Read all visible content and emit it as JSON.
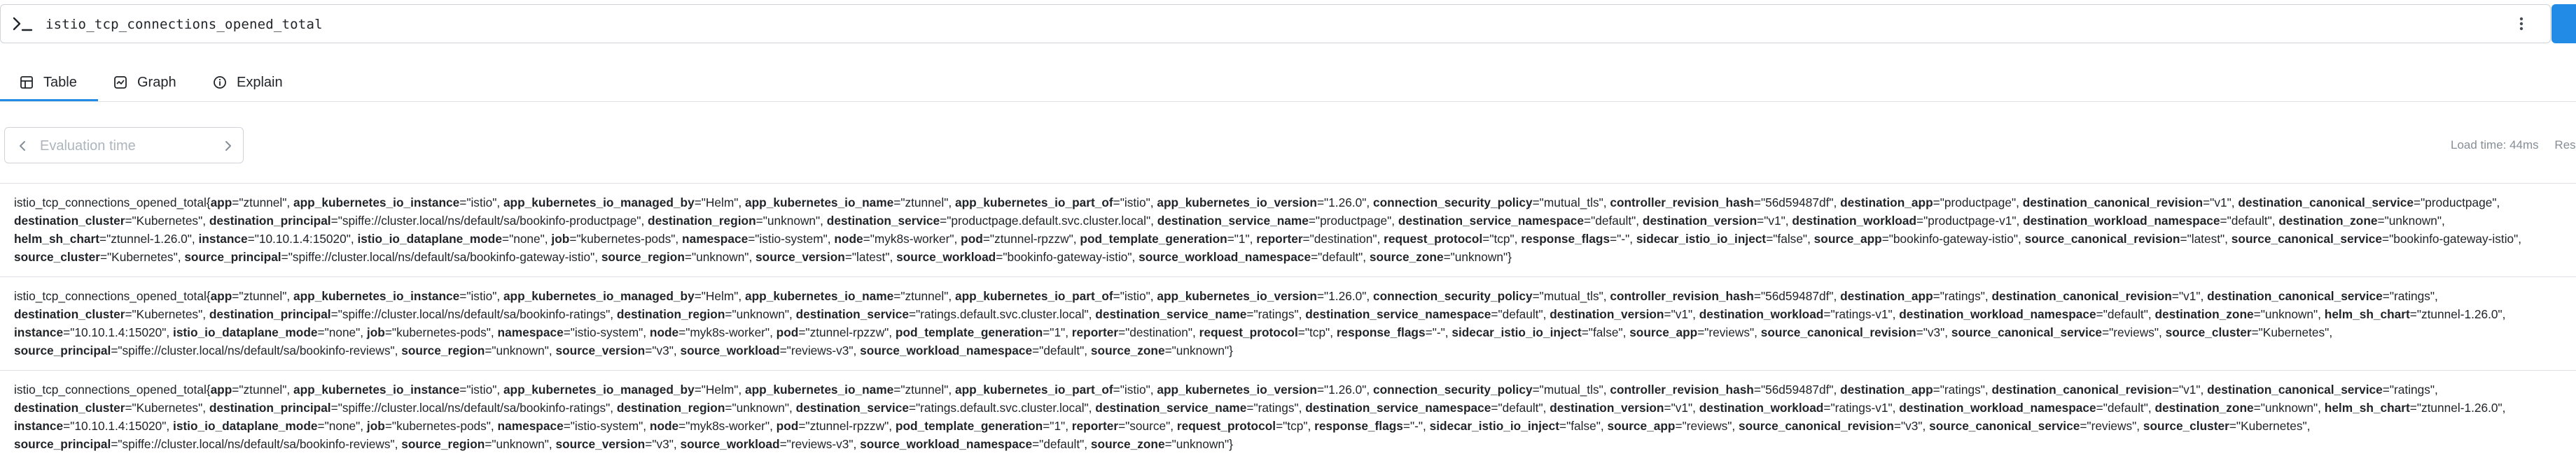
{
  "query": {
    "text": "istio_tcp_connections_opened_total"
  },
  "tabs": [
    {
      "label": "Table",
      "icon": "table-icon",
      "active": true
    },
    {
      "label": "Graph",
      "icon": "graph-icon",
      "active": false
    },
    {
      "label": "Explain",
      "icon": "explain-icon",
      "active": false
    }
  ],
  "eval": {
    "placeholder": "Evaluation time"
  },
  "status": {
    "load_time": "Load time: 44ms",
    "resolution_fragment": "Resol"
  },
  "rows": [
    {
      "lines": [
        "istio_tcp_connections_opened_total{<b>app</b>=\"ztunnel\", <b>app_kubernetes_io_instance</b>=\"istio\", <b>app_kubernetes_io_managed_by</b>=\"Helm\", <b>app_kubernetes_io_name</b>=\"ztunnel\", <b>app_kubernetes_io_part_of</b>=\"istio\", <b>app_kubernetes_io_version</b>=\"1.26.0\", <b>connection_security_policy</b>=\"mutual_tls\", <b>controller_revision_hash</b>=\"56d59487df\", <b>destination_app</b>=\"productpage\", <b>destination_canonical_revision</b>=\"v1\", <b>destination_canonical_service</b>=\"productpage\",",
        "<b>destination_cluster</b>=\"Kubernetes\", <b>destination_principal</b>=\"spiffe://cluster.local/ns/default/sa/bookinfo-productpage\", <b>destination_region</b>=\"unknown\", <b>destination_service</b>=\"productpage.default.svc.cluster.local\", <b>destination_service_name</b>=\"productpage\", <b>destination_service_namespace</b>=\"default\", <b>destination_version</b>=\"v1\", <b>destination_workload</b>=\"productpage-v1\", <b>destination_workload_namespace</b>=\"default\", <b>destination_zone</b>=\"unknown\",",
        "<b>helm_sh_chart</b>=\"ztunnel-1.26.0\", <b>instance</b>=\"10.10.1.4:15020\", <b>istio_io_dataplane_mode</b>=\"none\", <b>job</b>=\"kubernetes-pods\", <b>namespace</b>=\"istio-system\", <b>node</b>=\"myk8s-worker\", <b>pod</b>=\"ztunnel-rpzzw\", <b>pod_template_generation</b>=\"1\", <b>reporter</b>=\"destination\", <b>request_protocol</b>=\"tcp\", <b>response_flags</b>=\"-\", <b>sidecar_istio_io_inject</b>=\"false\", <b>source_app</b>=\"bookinfo-gateway-istio\", <b>source_canonical_revision</b>=\"latest\", <b>source_canonical_service</b>=\"bookinfo-gateway-istio\",",
        "<b>source_cluster</b>=\"Kubernetes\", <b>source_principal</b>=\"spiffe://cluster.local/ns/default/sa/bookinfo-gateway-istio\", <b>source_region</b>=\"unknown\", <b>source_version</b>=\"latest\", <b>source_workload</b>=\"bookinfo-gateway-istio\", <b>source_workload_namespace</b>=\"default\", <b>source_zone</b>=\"unknown\"}"
      ]
    },
    {
      "lines": [
        "istio_tcp_connections_opened_total{<b>app</b>=\"ztunnel\", <b>app_kubernetes_io_instance</b>=\"istio\", <b>app_kubernetes_io_managed_by</b>=\"Helm\", <b>app_kubernetes_io_name</b>=\"ztunnel\", <b>app_kubernetes_io_part_of</b>=\"istio\", <b>app_kubernetes_io_version</b>=\"1.26.0\", <b>connection_security_policy</b>=\"mutual_tls\", <b>controller_revision_hash</b>=\"56d59487df\", <b>destination_app</b>=\"ratings\", <b>destination_canonical_revision</b>=\"v1\", <b>destination_canonical_service</b>=\"ratings\",",
        "<b>destination_cluster</b>=\"Kubernetes\", <b>destination_principal</b>=\"spiffe://cluster.local/ns/default/sa/bookinfo-ratings\", <b>destination_region</b>=\"unknown\", <b>destination_service</b>=\"ratings.default.svc.cluster.local\", <b>destination_service_name</b>=\"ratings\", <b>destination_service_namespace</b>=\"default\", <b>destination_version</b>=\"v1\", <b>destination_workload</b>=\"ratings-v1\", <b>destination_workload_namespace</b>=\"default\", <b>destination_zone</b>=\"unknown\", <b>helm_sh_chart</b>=\"ztunnel-1.26.0\",",
        "<b>instance</b>=\"10.10.1.4:15020\", <b>istio_io_dataplane_mode</b>=\"none\", <b>job</b>=\"kubernetes-pods\", <b>namespace</b>=\"istio-system\", <b>node</b>=\"myk8s-worker\", <b>pod</b>=\"ztunnel-rpzzw\", <b>pod_template_generation</b>=\"1\", <b>reporter</b>=\"destination\", <b>request_protocol</b>=\"tcp\", <b>response_flags</b>=\"-\", <b>sidecar_istio_io_inject</b>=\"false\", <b>source_app</b>=\"reviews\", <b>source_canonical_revision</b>=\"v3\", <b>source_canonical_service</b>=\"reviews\", <b>source_cluster</b>=\"Kubernetes\",",
        "<b>source_principal</b>=\"spiffe://cluster.local/ns/default/sa/bookinfo-reviews\", <b>source_region</b>=\"unknown\", <b>source_version</b>=\"v3\", <b>source_workload</b>=\"reviews-v3\", <b>source_workload_namespace</b>=\"default\", <b>source_zone</b>=\"unknown\"}"
      ]
    },
    {
      "lines": [
        "istio_tcp_connections_opened_total{<b>app</b>=\"ztunnel\", <b>app_kubernetes_io_instance</b>=\"istio\", <b>app_kubernetes_io_managed_by</b>=\"Helm\", <b>app_kubernetes_io_name</b>=\"ztunnel\", <b>app_kubernetes_io_part_of</b>=\"istio\", <b>app_kubernetes_io_version</b>=\"1.26.0\", <b>connection_security_policy</b>=\"mutual_tls\", <b>controller_revision_hash</b>=\"56d59487df\", <b>destination_app</b>=\"ratings\", <b>destination_canonical_revision</b>=\"v1\", <b>destination_canonical_service</b>=\"ratings\",",
        "<b>destination_cluster</b>=\"Kubernetes\", <b>destination_principal</b>=\"spiffe://cluster.local/ns/default/sa/bookinfo-ratings\", <b>destination_region</b>=\"unknown\", <b>destination_service</b>=\"ratings.default.svc.cluster.local\", <b>destination_service_name</b>=\"ratings\", <b>destination_service_namespace</b>=\"default\", <b>destination_version</b>=\"v1\", <b>destination_workload</b>=\"ratings-v1\", <b>destination_workload_namespace</b>=\"default\", <b>destination_zone</b>=\"unknown\", <b>helm_sh_chart</b>=\"ztunnel-1.26.0\",",
        "<b>instance</b>=\"10.10.1.4:15020\", <b>istio_io_dataplane_mode</b>=\"none\", <b>job</b>=\"kubernetes-pods\", <b>namespace</b>=\"istio-system\", <b>node</b>=\"myk8s-worker\", <b>pod</b>=\"ztunnel-rpzzw\", <b>pod_template_generation</b>=\"1\", <b>reporter</b>=\"source\", <b>request_protocol</b>=\"tcp\", <b>response_flags</b>=\"-\", <b>sidecar_istio_io_inject</b>=\"false\", <b>source_app</b>=\"reviews\", <b>source_canonical_revision</b>=\"v3\", <b>source_canonical_service</b>=\"reviews\", <b>source_cluster</b>=\"Kubernetes\",",
        "<b>source_principal</b>=\"spiffe://cluster.local/ns/default/sa/bookinfo-reviews\", <b>source_region</b>=\"unknown\", <b>source_version</b>=\"v3\", <b>source_workload</b>=\"reviews-v3\", <b>source_workload_namespace</b>=\"default\", <b>source_zone</b>=\"unknown\"}"
      ]
    }
  ]
}
